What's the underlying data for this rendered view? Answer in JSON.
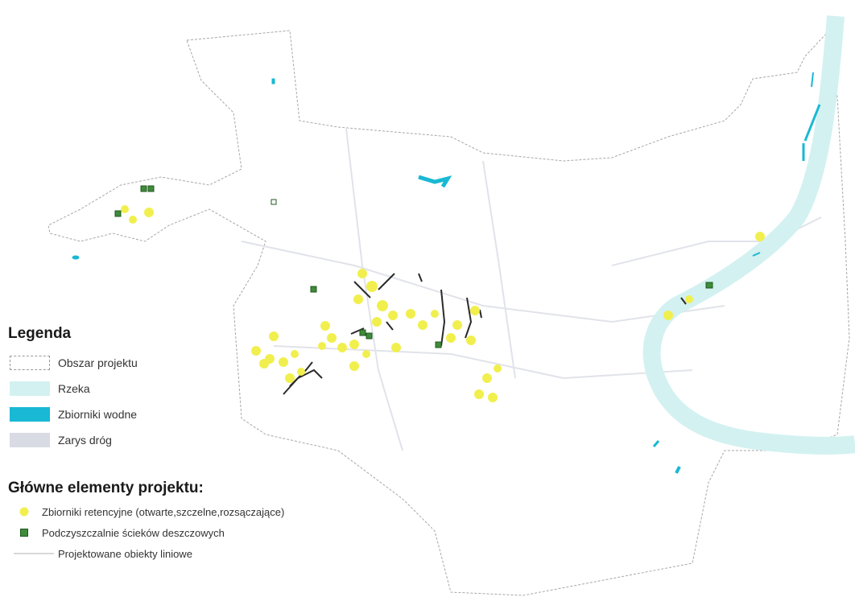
{
  "legend": {
    "title": "Legenda",
    "items": [
      {
        "label": "Obszar projektu"
      },
      {
        "label": "Rzeka"
      },
      {
        "label": "Zbiorniki wodne"
      },
      {
        "label": "Zarys dróg"
      }
    ]
  },
  "elements": {
    "title": "Główne elementy projektu:",
    "items": [
      {
        "label": "Zbiorniki retencyjne (otwarte,szczelne,rozsączające)"
      },
      {
        "label": "Podczyszczalnie ścieków deszczowych"
      },
      {
        "label": "Projektowane obiekty liniowe"
      }
    ]
  },
  "colors": {
    "outline": "#9a9a9a",
    "river": "#d3f1f1",
    "water": "#19b8d4",
    "roads": "#d8dae4",
    "retention": "#f1ef4e",
    "treatment": "#3f8b3a",
    "linear": "#2a2a2a"
  }
}
